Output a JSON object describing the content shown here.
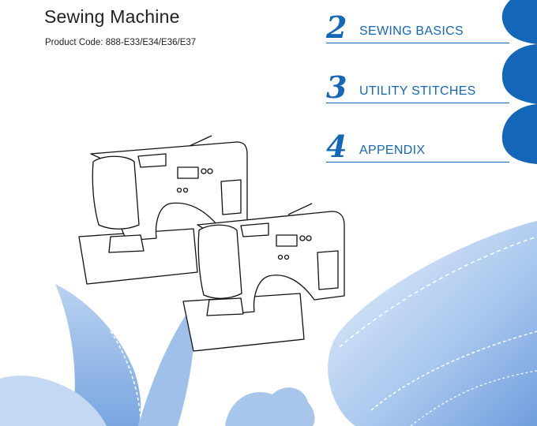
{
  "header": {
    "title": "Sewing Machine",
    "product_code": "Product Code: 888-E33/E34/E36/E37"
  },
  "chapters": [
    {
      "number": "2",
      "label": "SEWING BASICS"
    },
    {
      "number": "3",
      "label": "UTILITY STITCHES"
    },
    {
      "number": "4",
      "label": "APPENDIX"
    }
  ],
  "colors": {
    "accent": "#1467b8",
    "leaf_light": "#cfe0f4",
    "leaf_mid": "#8fb6e6"
  },
  "illustration": "sewing-machine-drawings"
}
